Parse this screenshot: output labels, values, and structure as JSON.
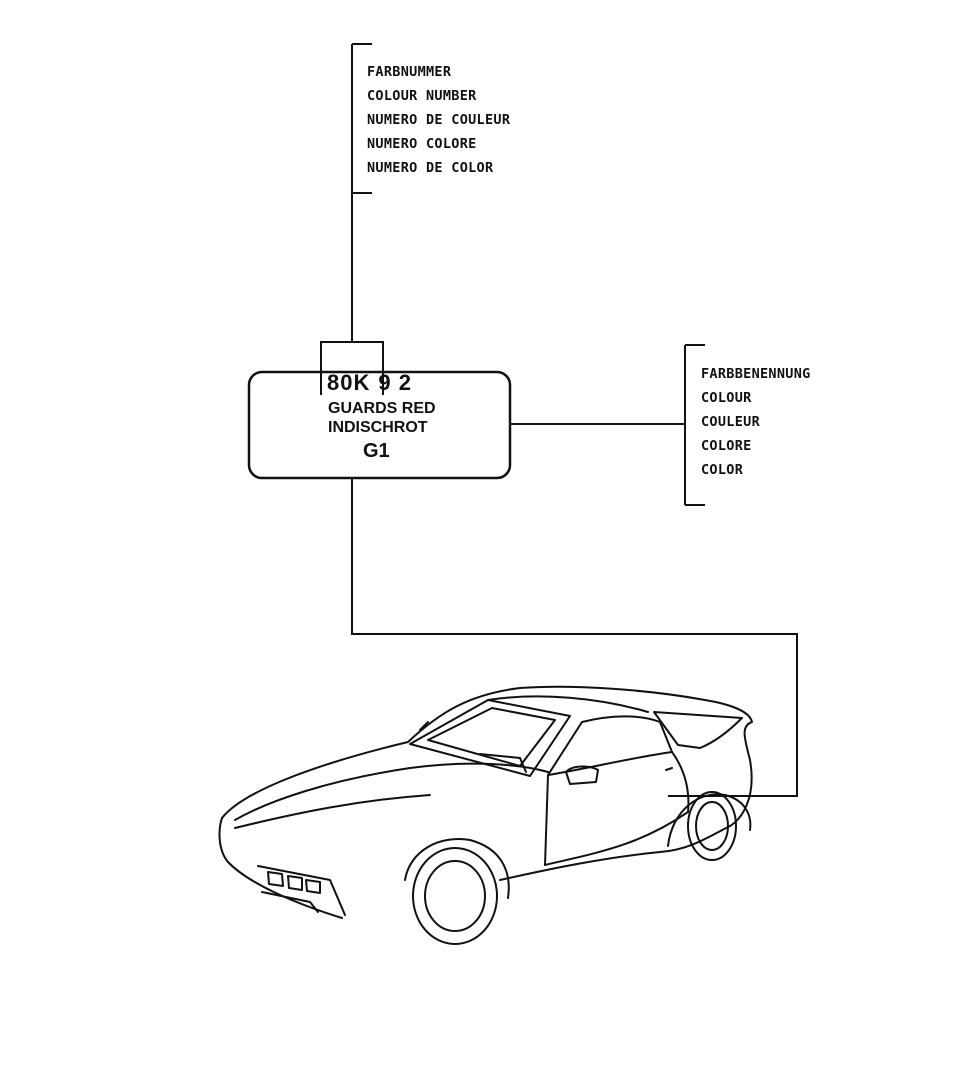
{
  "colour_number_labels": {
    "de": "FARBNUMMER",
    "en": "COLOUR NUMBER",
    "fr": "NUMERO DE COULEUR",
    "it": "NUMERO COLORE",
    "es": "NUMERO DE COLOR"
  },
  "colour_name_labels": {
    "de": "FARBBENENNUNG",
    "en": "COLOUR",
    "fr": "COULEUR",
    "it": "COLORE",
    "es": "COLOR"
  },
  "paint_plate": {
    "code_main": "80K",
    "code_suffix": "9 2",
    "name_en": "GUARDS RED",
    "name_de": "INDISCHROT",
    "group": "G1"
  },
  "illustration": {
    "subject": "car-outline-icon"
  },
  "colors": {
    "ink": "#111111",
    "background": "#ffffff"
  }
}
